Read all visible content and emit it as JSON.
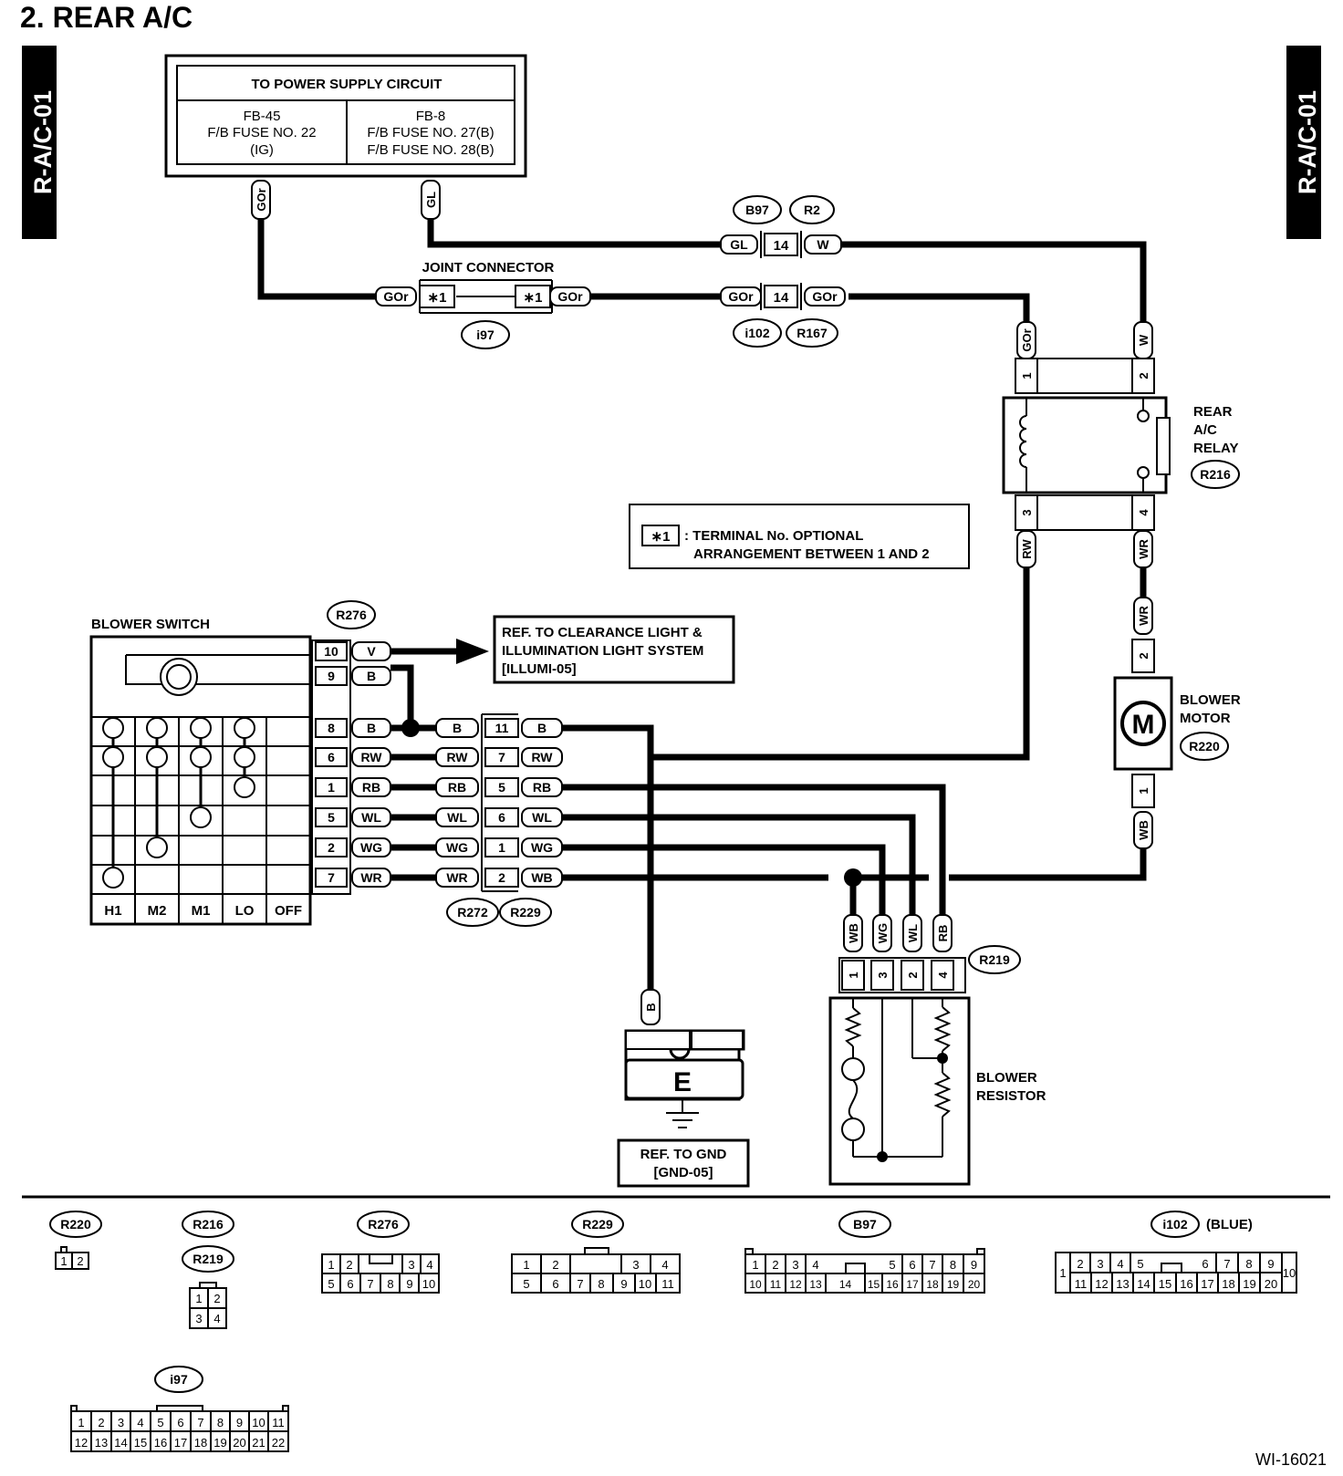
{
  "title": "2.  REAR A/C",
  "page_code": "R-A/C-01",
  "figure_id": "WI-16021",
  "power_box": {
    "title": "TO POWER SUPPLY CIRCUIT",
    "left": [
      "FB-45",
      "F/B FUSE NO. 22",
      "(IG)"
    ],
    "right": [
      "FB-8",
      "F/B FUSE NO. 27(B)",
      "F/B FUSE NO. 28(B)"
    ]
  },
  "joint_connector": {
    "label": "JOINT CONNECTOR",
    "pin": "∗1",
    "conn": "i97"
  },
  "wire_colors": {
    "GOr": "GOr",
    "GL": "GL",
    "W": "W",
    "RW": "RW",
    "WR": "WR",
    "WB": "WB",
    "WG": "WG",
    "WL": "WL",
    "RB": "RB",
    "V": "V",
    "B": "B"
  },
  "pins": {
    "p14": "14",
    "p1": "1",
    "p2": "2",
    "p3": "3",
    "p4": "4",
    "p5": "5",
    "p6": "6",
    "p7": "7",
    "p8": "8",
    "p9": "9",
    "p10": "10",
    "p11": "11"
  },
  "connectors": {
    "B97": "B97",
    "R2": "R2",
    "i102": "i102",
    "R167": "R167",
    "R216": "R216",
    "R220": "R220",
    "R219": "R219",
    "R276": "R276",
    "R272": "R272",
    "R229": "R229",
    "i97": "i97"
  },
  "relay": {
    "lines": [
      "REAR",
      "A/C",
      "RELAY"
    ]
  },
  "note": {
    "key": "∗1",
    "lines": [
      ": TERMINAL No. OPTIONAL",
      "ARRANGEMENT BETWEEN 1 AND 2"
    ]
  },
  "blower_motor": {
    "lines": [
      "BLOWER",
      "MOTOR"
    ],
    "symbol": "M"
  },
  "blower_switch": {
    "label": "BLOWER SWITCH",
    "positions": [
      "H1",
      "M2",
      "M1",
      "LO",
      "OFF"
    ]
  },
  "illumi_ref": [
    "REF. TO CLEARANCE LIGHT &",
    "ILLUMINATION LIGHT SYSTEM",
    "[ILLUMI-05]"
  ],
  "blower_resistor": {
    "lines": [
      "BLOWER",
      "RESISTOR"
    ]
  },
  "ground": {
    "symbol": "E",
    "ref": [
      "REF. TO GND",
      "[GND-05]"
    ]
  },
  "connector_views": {
    "R220": [
      "1",
      "2"
    ],
    "R216_R219": [
      "1",
      "2",
      "3",
      "4"
    ],
    "R276": {
      "top": [
        "1",
        "2",
        "3",
        "4"
      ],
      "bottom": [
        "5",
        "6",
        "7",
        "8",
        "9",
        "10"
      ]
    },
    "R229": {
      "top": [
        "1",
        "2",
        "3",
        "4"
      ],
      "bottom": [
        "5",
        "6",
        "7",
        "8",
        "9",
        "10",
        "11"
      ]
    },
    "B97": {
      "top": [
        "1",
        "2",
        "3",
        "4",
        "5",
        "6",
        "7",
        "8",
        "9"
      ],
      "bottom": [
        "10",
        "11",
        "12",
        "13",
        "14",
        "15",
        "16",
        "17",
        "18",
        "19",
        "20"
      ]
    },
    "i102": {
      "label": "(BLUE)",
      "left": "1",
      "top": [
        "2",
        "3",
        "4",
        "5",
        "6",
        "7",
        "8",
        "9"
      ],
      "right": "10",
      "bottom": [
        "11",
        "12",
        "13",
        "14",
        "15",
        "16",
        "17",
        "18",
        "19",
        "20"
      ]
    },
    "i97": {
      "top": [
        "1",
        "2",
        "3",
        "4",
        "5",
        "6",
        "7",
        "8",
        "9",
        "10",
        "11"
      ],
      "bottom": [
        "12",
        "13",
        "14",
        "15",
        "16",
        "17",
        "18",
        "19",
        "20",
        "21",
        "22"
      ]
    }
  }
}
